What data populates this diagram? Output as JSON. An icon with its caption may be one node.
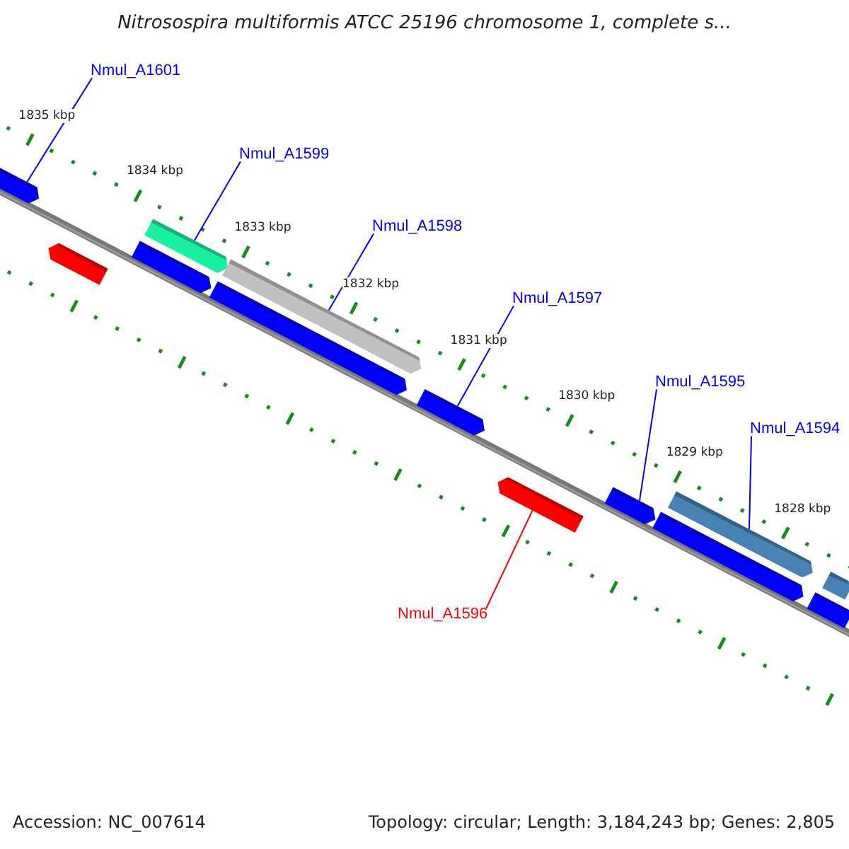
{
  "diagram": {
    "title": "Nitrosospira multiformis ATCC 25196 chromosome 1, complete s...",
    "nodes": [
      {
        "text": [
          "Nmul_A1601"
        ]
      },
      {
        "text": [],
        "shape": "arrow"
      },
      {
        "text": [],
        "shape": "arrow"
      },
      {
        "text": [
          "Nmul_A1599"
        ]
      },
      {
        "text": [],
        "shape": "arrow"
      },
      {
        "text": [],
        "shape": "arrow"
      },
      {
        "text": [
          "Nmul_A1598"
        ]
      },
      {
        "text": [],
        "shape": "arrow"
      },
      {
        "text": [],
        "shape": "arrow"
      },
      {
        "text": [
          "Nmul_A1597"
        ]
      },
      {
        "text": [],
        "shape": "arrow"
      },
      {
        "text": [
          "Nmul_A1596"
        ]
      },
      {
        "text": [],
        "shape": "arrow"
      },
      {
        "text": [
          "Nmul_A1595"
        ]
      },
      {
        "text": [],
        "shape": "arrow"
      },
      {
        "text": [
          "Nmul_A1594"
        ]
      },
      {
        "text": [],
        "shape": "arrow"
      },
      {
        "text": [],
        "shape": "arrow"
      },
      {
        "text": [],
        "shape": "arrow"
      },
      {
        "text": [],
        "shape": "arrow"
      }
    ],
    "edges": [
      {
        "from": 0,
        "to": 1,
        "arrow": "none"
      },
      {
        "from": 3,
        "to": 4,
        "arrow": "none"
      },
      {
        "from": 6,
        "to": 7,
        "arrow": "none"
      },
      {
        "from": 9,
        "to": 10,
        "arrow": "none"
      },
      {
        "from": 11,
        "to": 12,
        "arrow": "none",
        "color": "#ff0000"
      },
      {
        "from": 13,
        "to": 14,
        "arrow": "none"
      },
      {
        "from": 15,
        "to": 16,
        "arrow": "none"
      }
    ],
    "labels": [
      "1835 kbp",
      "1834 kbp",
      "1833 kbp",
      "1832 kbp",
      "1831 kbp",
      "1830 kbp",
      "1829 kbp",
      "1828 kbp",
      "Accession: NC_007614",
      "Topology: circular; Length: 3,184,243 bp; Genes: 2,805"
    ]
  }
}
